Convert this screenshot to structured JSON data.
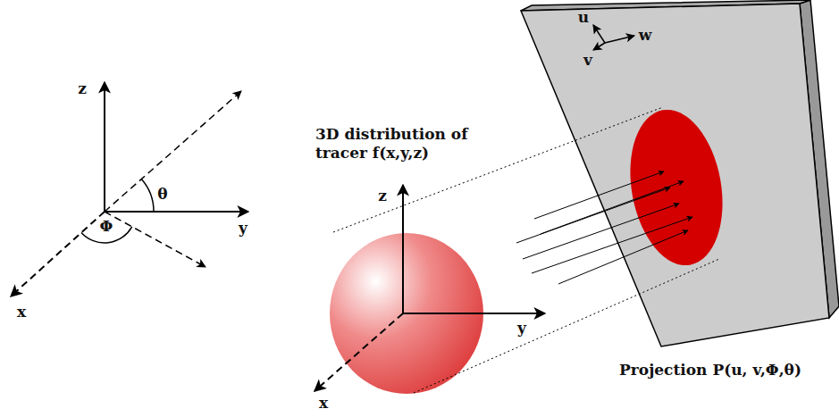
{
  "diagram": {
    "labels": [
      "z",
      "y",
      "x",
      "θ",
      "Φ",
      "3D distribution of tracer f(x,y,z)",
      "z",
      "y",
      "x",
      "u",
      "v",
      "w",
      "Projection P(u, v,Φ,θ)"
    ]
  }
}
